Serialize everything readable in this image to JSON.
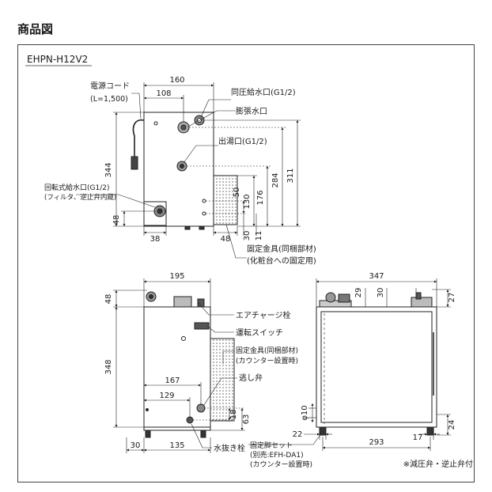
{
  "heading": "商品図",
  "model": "EHPN-H12V2",
  "note": "※減圧弁・逆止弁付",
  "labels": {
    "power_cord": "電源コード",
    "power_cord_len": "(L=1,500)",
    "same_pressure_inlet": "同圧給水口(G1/2)",
    "expansion_port": "膨張水口",
    "hot_outlet": "出湯口(G1/2)",
    "rotary_inlet": "回転式給水口(G1/2)",
    "rotary_inlet_note": "(フィルタ、逆止弁内蔵)",
    "fixing_bracket": "固定金具(同梱部材)",
    "fixing_bracket_note": "(化粧台への固定用)",
    "air_charge_plug": "エアチャージ栓",
    "run_switch": "運転スイッチ",
    "fixing_bracket2": "固定金具(同梱部材)",
    "fixing_bracket2_note": "(カウンター設置時)",
    "relief_valve": "逃し弁",
    "drain_plug": "水抜き栓",
    "fixing_leg": "固定脚セット",
    "fixing_leg_note1": "(別売:EFH-DA1)",
    "fixing_leg_note2": "(カウンター設置時)"
  },
  "dims": {
    "d160": "160",
    "d108": "108",
    "d344": "344",
    "d311": "311",
    "d284": "284",
    "d176": "176",
    "d130": "130",
    "d50": "50",
    "d48a": "48",
    "d38": "38",
    "d48b": "48",
    "d30a": "30",
    "d11": "11",
    "d195": "195",
    "d48c": "48",
    "d348": "348",
    "d167": "167",
    "d129": "129",
    "d18": "18",
    "d63": "63",
    "d30b": "30",
    "d135": "135",
    "d347": "347",
    "d29": "29",
    "d30c": "30",
    "d27": "27",
    "d10": "φ10",
    "d22": "22",
    "d293": "293",
    "d17": "17",
    "d24": "24"
  }
}
